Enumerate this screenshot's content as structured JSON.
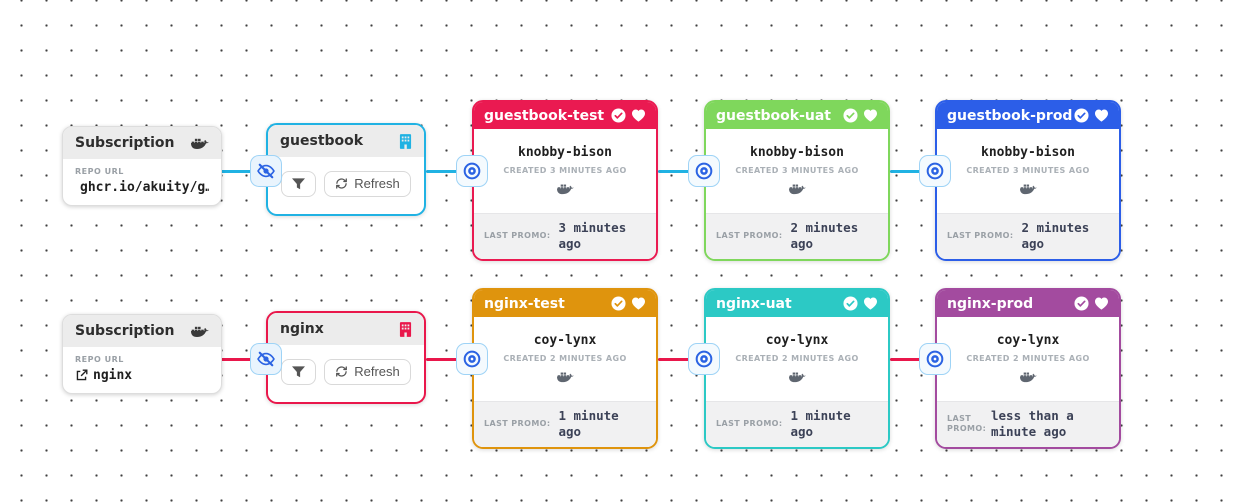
{
  "colors": {
    "guestbook_pipeline_edge": "#20b2e3",
    "nginx_pipeline_edge": "#e9174b",
    "stage_guestbook_test": "#ea1a51",
    "stage_guestbook_uat": "#7fd75c",
    "stage_guestbook_prod": "#2c5ee8",
    "stage_nginx_test": "#df940d",
    "stage_nginx_uat": "#2cc9c5",
    "stage_nginx_prod": "#a34b9f",
    "connector_icon_accent": "#2b63e3",
    "node_header_gray": "#ececec",
    "stage_footer_gray": "#f1f1f2"
  },
  "icons": {
    "docker-icon": "whale with containers",
    "warehouse-icon": "building",
    "filter-icon": "funnel",
    "refresh-icon": "circular arrows",
    "freight-hidden-icon": "eye with slash",
    "promote-target-icon": "bullseye",
    "verified-icon": "check in circle",
    "favorite-icon": "heart",
    "external-link-icon": "arrow leaving box"
  },
  "pipelines": [
    {
      "subscription": {
        "title": "Subscription",
        "repo_label": "REPO URL",
        "repo_url": "ghcr.io/akuity/g…"
      },
      "warehouse": {
        "name": "guestbook",
        "refresh_label": "Refresh"
      },
      "stages": [
        {
          "name": "guestbook-test",
          "freight": "knobby-bison",
          "created": "CREATED 3 MINUTES AGO",
          "promo_label": "LAST PROMO:",
          "promo_value": "3 minutes ago"
        },
        {
          "name": "guestbook-uat",
          "freight": "knobby-bison",
          "created": "CREATED 3 MINUTES AGO",
          "promo_label": "LAST PROMO:",
          "promo_value": "2 minutes ago"
        },
        {
          "name": "guestbook-prod",
          "freight": "knobby-bison",
          "created": "CREATED 3 MINUTES AGO",
          "promo_label": "LAST PROMO:",
          "promo_value": "2 minutes ago"
        }
      ]
    },
    {
      "subscription": {
        "title": "Subscription",
        "repo_label": "REPO URL",
        "repo_url": "nginx"
      },
      "warehouse": {
        "name": "nginx",
        "refresh_label": "Refresh"
      },
      "stages": [
        {
          "name": "nginx-test",
          "freight": "coy-lynx",
          "created": "CREATED 2 MINUTES AGO",
          "promo_label": "LAST PROMO:",
          "promo_value": "1 minute ago"
        },
        {
          "name": "nginx-uat",
          "freight": "coy-lynx",
          "created": "CREATED 2 MINUTES AGO",
          "promo_label": "LAST PROMO:",
          "promo_value": "1 minute ago"
        },
        {
          "name": "nginx-prod",
          "freight": "coy-lynx",
          "created": "CREATED 2 MINUTES AGO",
          "promo_label": "LAST PROMO:",
          "promo_value": "less than a minute ago"
        }
      ]
    }
  ]
}
